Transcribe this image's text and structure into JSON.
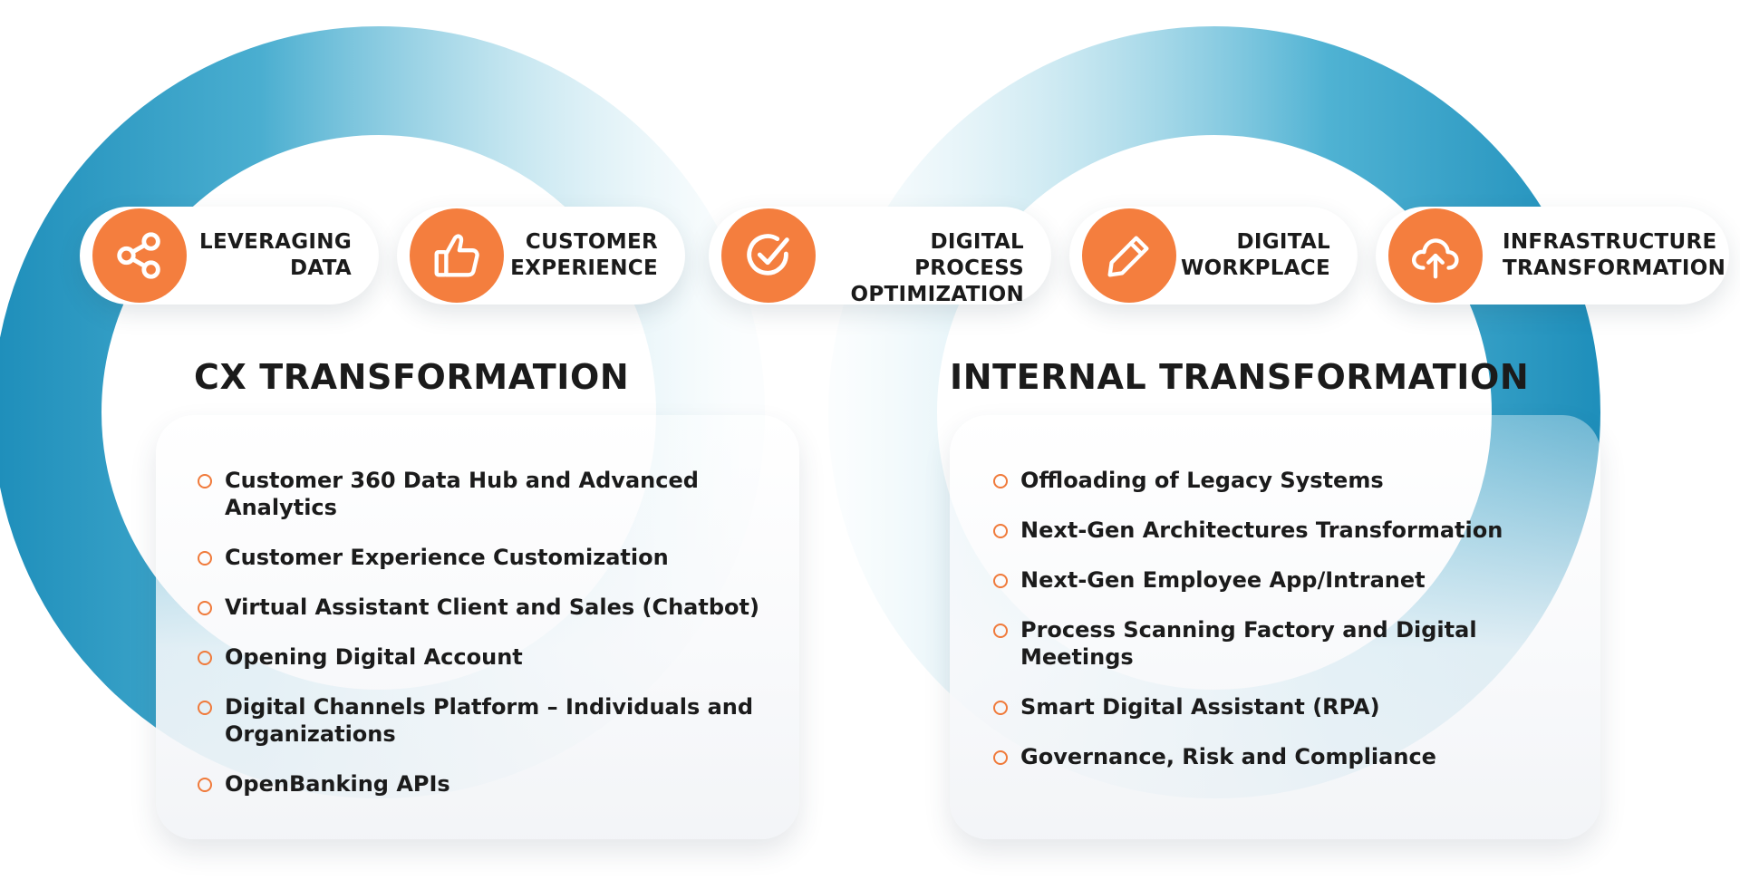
{
  "pills": [
    {
      "icon": "share-icon",
      "label": "LEVERAGING\nDATA"
    },
    {
      "icon": "thumbs-up-icon",
      "label": "CUSTOMER\nEXPERIENCE"
    },
    {
      "icon": "check-circle-icon",
      "label": "DIGITAL PROCESS\nOPTIMIZATION"
    },
    {
      "icon": "pencil-icon",
      "label": "DIGITAL\nWORKPLACE"
    },
    {
      "icon": "cloud-upload-icon",
      "label": "INFRASTRUCTURE\nTRANSFORMATION"
    }
  ],
  "cx": {
    "title": "CX TRANSFORMATION",
    "items": [
      "Customer 360 Data Hub and Advanced Analytics",
      "Customer Experience Customization",
      "Virtual Assistant Client and Sales (Chatbot)",
      "Opening Digital Account",
      "Digital Channels Platform – Individuals and Organizations",
      "OpenBanking APIs"
    ]
  },
  "internal": {
    "title": "INTERNAL TRANSFORMATION",
    "items": [
      "Offloading of Legacy Systems",
      "Next-Gen Architectures Transformation",
      "Next-Gen Employee App/Intranet",
      "Process Scanning Factory and Digital Meetings",
      "Smart Digital Assistant (RPA)",
      "Governance, Risk and Compliance"
    ]
  },
  "colors": {
    "accent": "#f47e3e",
    "ring": "#2b9ac2",
    "text": "#1b1b1b"
  }
}
